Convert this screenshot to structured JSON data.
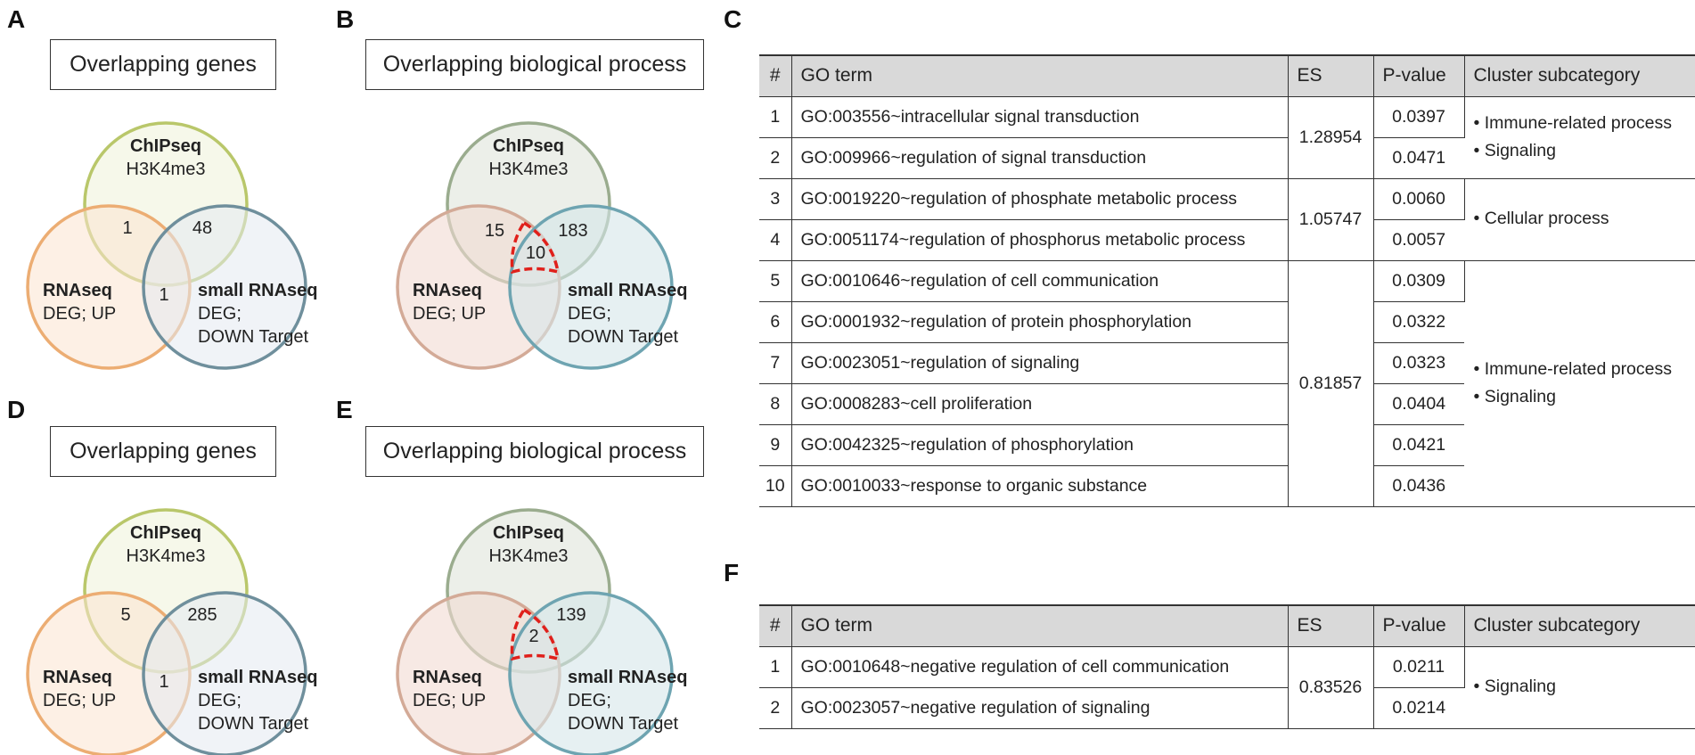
{
  "panels": {
    "A": {
      "letter": "A",
      "title": "Overlapping genes",
      "chip_label": "ChIPseq",
      "chip_sub": "H3K4me3",
      "rna_label": "RNAseq",
      "rna_sub": "DEG; UP",
      "small_label": "small RNAseq",
      "small_sub1": "DEG;",
      "small_sub2": "DOWN Target",
      "n_chip_rna": "1",
      "n_chip_small": "48",
      "n_rna_small": "1",
      "n_all": ""
    },
    "B": {
      "letter": "B",
      "title": "Overlapping biological process",
      "chip_label": "ChIPseq",
      "chip_sub": "H3K4me3",
      "rna_label": "RNAseq",
      "rna_sub": "DEG; UP",
      "small_label": "small RNAseq",
      "small_sub1": "DEG;",
      "small_sub2": "DOWN Target",
      "n_chip_rna": "15",
      "n_chip_small": "183",
      "n_rna_small": "",
      "n_all": "10"
    },
    "D": {
      "letter": "D",
      "title": "Overlapping genes",
      "chip_label": "ChIPseq",
      "chip_sub": "H3K4me3",
      "rna_label": "RNAseq",
      "rna_sub": "DEG; UP",
      "small_label": "small RNAseq",
      "small_sub1": "DEG;",
      "small_sub2": "DOWN Target",
      "n_chip_rna": "5",
      "n_chip_small": "285",
      "n_rna_small": "1",
      "n_all": ""
    },
    "E": {
      "letter": "E",
      "title": "Overlapping biological process",
      "chip_label": "ChIPseq",
      "chip_sub": "H3K4me3",
      "rna_label": "RNAseq",
      "rna_sub": "DEG; UP",
      "small_label": "small RNAseq",
      "small_sub1": "DEG;",
      "small_sub2": "DOWN Target",
      "n_chip_rna": "",
      "n_chip_small": "139",
      "n_rna_small": "",
      "n_all": "2"
    }
  },
  "colors": {
    "genes": {
      "chip_fill": "#eef3d9",
      "chip_stroke": "#b9c76a",
      "rna_fill": "#fbe3cf",
      "rna_stroke": "#ecad73",
      "small_fill": "#e3eaf0",
      "small_stroke": "#6f8f9c"
    },
    "process": {
      "chip_fill": "#dfe5da",
      "chip_stroke": "#9aac8e",
      "rna_fill": "#f1dbd2",
      "rna_stroke": "#d3aa97",
      "small_fill": "#d6e6ea",
      "small_stroke": "#6ea4b1"
    },
    "highlight": "#e0201b",
    "header_bg": "#d9d9d9"
  },
  "table_C": {
    "letter": "C",
    "headers": {
      "num": "#",
      "term": "GO term",
      "es": "ES",
      "p": "P-value",
      "cat": "Cluster subcategory"
    },
    "rows": [
      {
        "num": "1",
        "term": "GO:003556~intracellular signal transduction",
        "p": "0.0397"
      },
      {
        "num": "2",
        "term": "GO:009966~regulation of signal transduction",
        "p": "0.0471"
      },
      {
        "num": "3",
        "term": "GO:0019220~regulation of phosphate metabolic process",
        "p": "0.0060"
      },
      {
        "num": "4",
        "term": "GO:0051174~regulation of phosphorus metabolic process",
        "p": "0.0057"
      },
      {
        "num": "5",
        "term": "GO:0010646~regulation of cell communication",
        "p": "0.0309"
      },
      {
        "num": "6",
        "term": "GO:0001932~regulation of protein phosphorylation",
        "p": "0.0322"
      },
      {
        "num": "7",
        "term": "GO:0023051~regulation of signaling",
        "p": "0.0323"
      },
      {
        "num": "8",
        "term": "GO:0008283~cell proliferation",
        "p": "0.0404"
      },
      {
        "num": "9",
        "term": "GO:0042325~regulation of phosphorylation",
        "p": "0.0421"
      },
      {
        "num": "10",
        "term": "GO:0010033~response to organic substance",
        "p": "0.0436"
      }
    ],
    "groups": [
      {
        "es": "1.28954",
        "cat1": "• Immune-related process",
        "cat2": "• Signaling"
      },
      {
        "es": "1.05747",
        "cat1": "• Cellular process",
        "cat2": ""
      },
      {
        "es": "0.81857",
        "cat1": "• Immune-related process",
        "cat2": "• Signaling"
      }
    ]
  },
  "table_F": {
    "letter": "F",
    "headers": {
      "num": "#",
      "term": "GO term",
      "es": "ES",
      "p": "P-value",
      "cat": "Cluster subcategory"
    },
    "rows": [
      {
        "num": "1",
        "term": "GO:0010648~negative regulation of cell communication",
        "p": "0.0211"
      },
      {
        "num": "2",
        "term": "GO:0023057~negative regulation of signaling",
        "p": "0.0214"
      }
    ],
    "groups": [
      {
        "es": "0.83526",
        "cat1": "• Signaling",
        "cat2": ""
      }
    ]
  }
}
